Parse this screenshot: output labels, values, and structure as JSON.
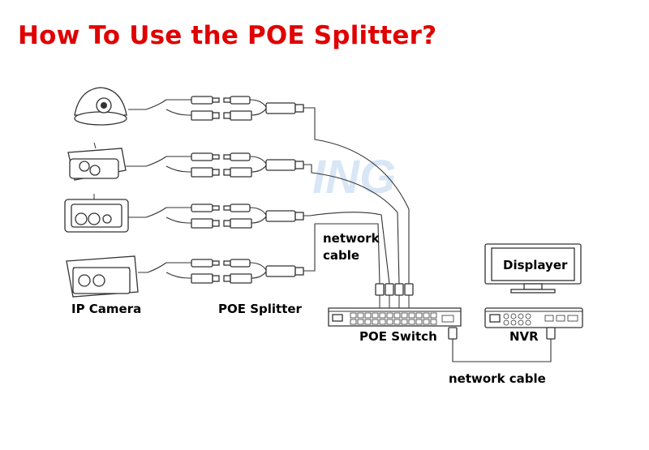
{
  "title": "How To Use the POE Splitter?",
  "labels": {
    "ip_camera": "IP Camera",
    "poe_splitter": "POE Splitter",
    "network_cable_1": "network",
    "network_cable_2": "cable",
    "poe_switch": "POE Switch",
    "nvr": "NVR",
    "displayer": "Displayer",
    "network_cable_bottom": "network cable"
  },
  "colors": {
    "title": "#e00000",
    "line": "#333333"
  }
}
